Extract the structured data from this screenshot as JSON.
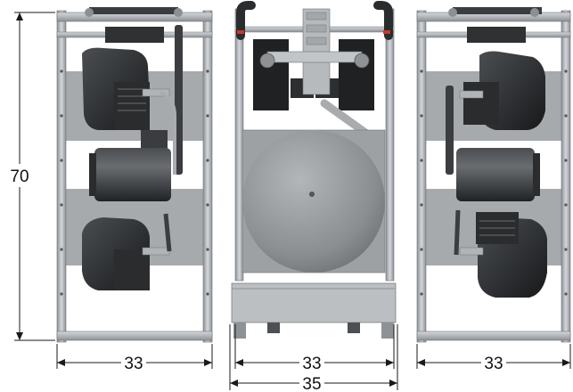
{
  "dimensions": {
    "height_left": "70",
    "width_left_view": "33",
    "width_center_inner": "33",
    "width_center_outer": "35",
    "width_right_view": "33"
  },
  "colors": {
    "frame_steel": "#b9bcbf",
    "frame_edge": "#6e7276",
    "dark_component": "#2d2f31",
    "tank_gray": "#8e9193",
    "backplate": "#9da0a3",
    "dim_line": "#1a1a1a"
  },
  "views": [
    "side-view-left",
    "front-view",
    "side-view-right"
  ]
}
